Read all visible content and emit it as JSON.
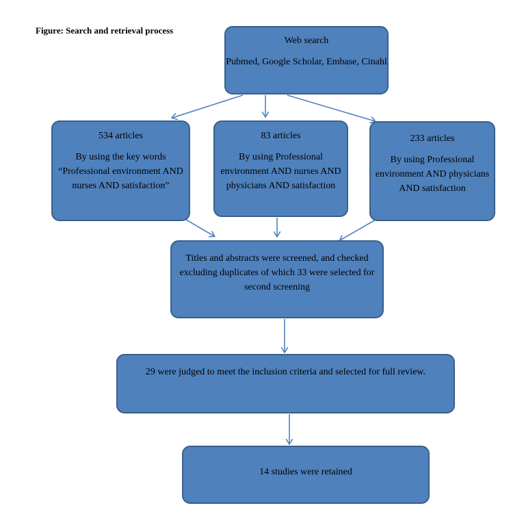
{
  "figure_title": "Figure: Search and retrieval process",
  "nodes": {
    "web_search": {
      "title": "Web search",
      "subtitle": "Pubmed, Google Scholar, Embase, Cinahl"
    },
    "keywords_534": {
      "count": "534 articles",
      "text": "By using the key words “Professional environment AND nurses AND satisfaction”"
    },
    "keywords_83": {
      "count": "83 articles",
      "text": "By using Professional environment AND nurses AND physicians AND satisfaction"
    },
    "keywords_233": {
      "count": "233 articles",
      "text": "By  using Professional environment AND physicians AND satisfaction"
    },
    "screening": {
      "text": "Titles and abstracts were screened, and checked excluding duplicates of which 33 were selected for second screening"
    },
    "inclusion": {
      "text": "29 were judged to meet the inclusion criteria and selected for full review."
    },
    "retained": {
      "text": "14 studies were retained"
    }
  },
  "colors": {
    "box_fill": "#4f81bd",
    "box_border": "#3a5f8a",
    "arrow": "#4f81bd"
  }
}
